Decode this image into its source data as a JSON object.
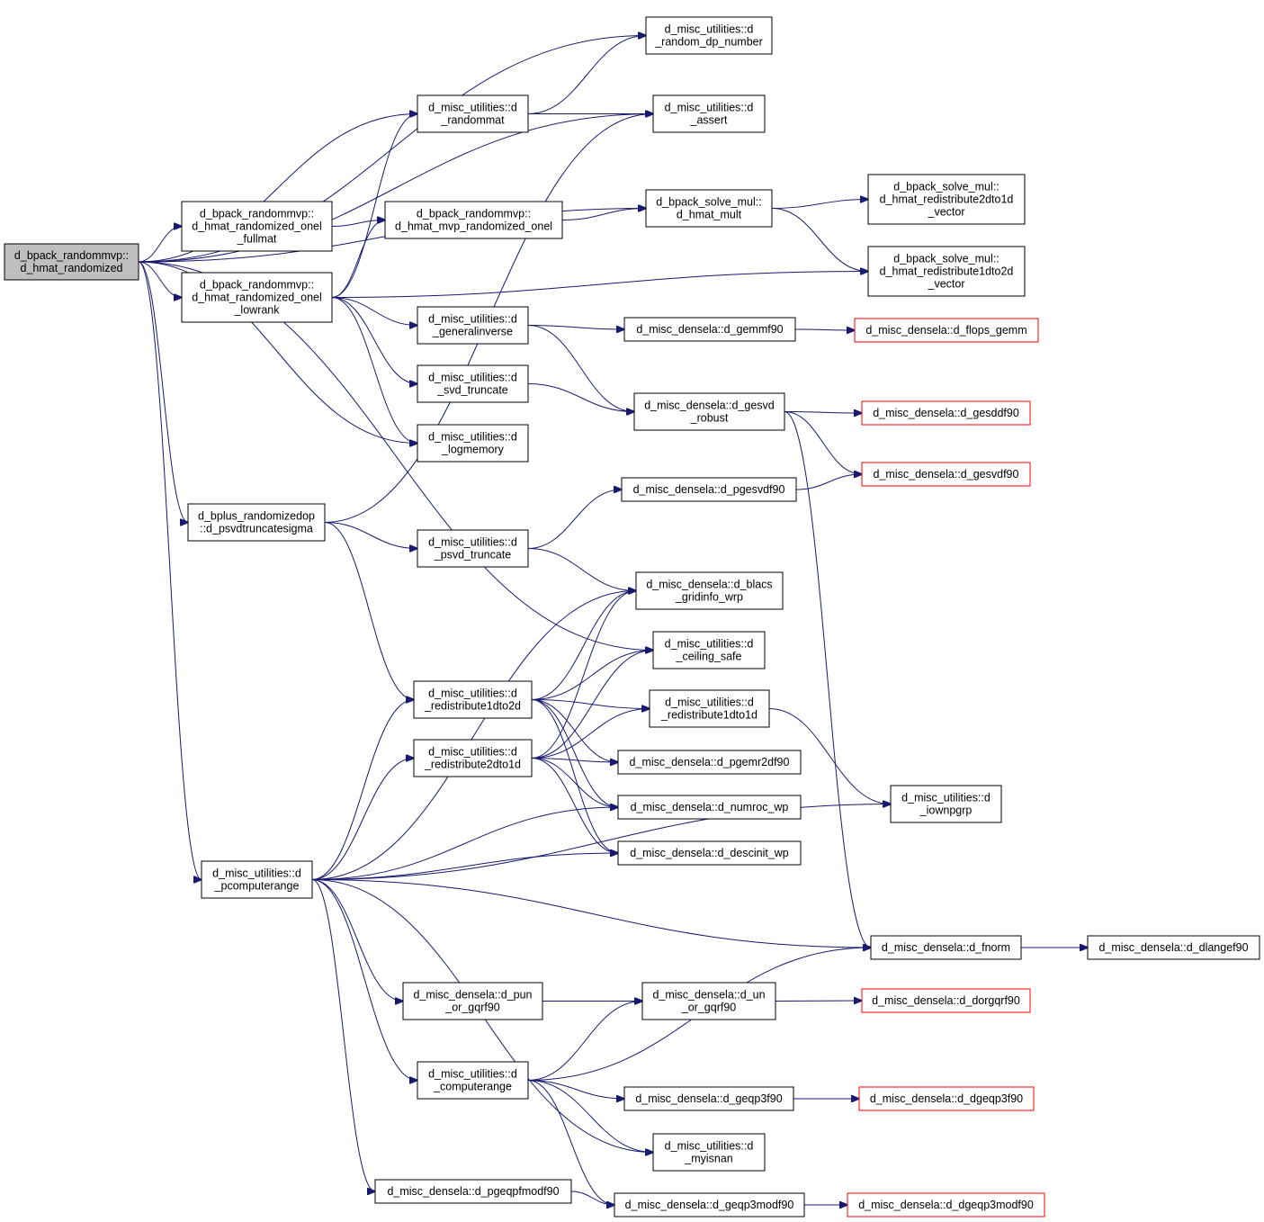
{
  "graph": {
    "colors": {
      "edge": "#191970",
      "node_border": "#000000",
      "node_border_truncated": "#ff0000",
      "root_fill": "#bfbfbf",
      "background": "#ffffff"
    },
    "nodes": [
      {
        "id": "root",
        "lines": [
          "d_bpack_randommvp::",
          "d_hmat_randomized"
        ],
        "style": "root"
      },
      {
        "id": "rand_dp",
        "lines": [
          "d_misc_utilities::d",
          "_random_dp_number"
        ]
      },
      {
        "id": "assert",
        "lines": [
          "d_misc_utilities::d",
          "_assert"
        ]
      },
      {
        "id": "randommat",
        "lines": [
          "d_misc_utilities::d",
          "_randommat"
        ]
      },
      {
        "id": "hmat_mult",
        "lines": [
          "d_bpack_solve_mul::",
          "d_hmat_mult"
        ]
      },
      {
        "id": "redist2dto1d_vec",
        "lines": [
          "d_bpack_solve_mul::",
          "d_hmat_redistribute2dto1d",
          "_vector"
        ]
      },
      {
        "id": "onel_fullmat",
        "lines": [
          "d_bpack_randommvp::",
          "d_hmat_randomized_onel",
          "_fullmat"
        ]
      },
      {
        "id": "mvp_onel",
        "lines": [
          "d_bpack_randommvp::",
          "d_hmat_mvp_randomized_onel"
        ]
      },
      {
        "id": "redist1dto2d_vec",
        "lines": [
          "d_bpack_solve_mul::",
          "d_hmat_redistribute1dto2d",
          "_vector"
        ]
      },
      {
        "id": "onel_lowrank",
        "lines": [
          "d_bpack_randommvp::",
          "d_hmat_randomized_onel",
          "_lowrank"
        ]
      },
      {
        "id": "geninverse",
        "lines": [
          "d_misc_utilities::d",
          "_generalinverse"
        ]
      },
      {
        "id": "gemmf90",
        "lines": [
          "d_misc_densela::d_gemmf90"
        ]
      },
      {
        "id": "flops_gemm",
        "lines": [
          "d_misc_densela::d_flops_gemm"
        ],
        "style": "red"
      },
      {
        "id": "svd_trunc",
        "lines": [
          "d_misc_utilities::d",
          "_svd_truncate"
        ]
      },
      {
        "id": "gesvd_robust",
        "lines": [
          "d_misc_densela::d_gesvd",
          "_robust"
        ]
      },
      {
        "id": "gesddf90",
        "lines": [
          "d_misc_densela::d_gesddf90"
        ],
        "style": "red"
      },
      {
        "id": "logmemory",
        "lines": [
          "d_misc_utilities::d",
          "_logmemory"
        ]
      },
      {
        "id": "gesvdf90",
        "lines": [
          "d_misc_densela::d_gesvdf90"
        ],
        "style": "red"
      },
      {
        "id": "pgesvdf90",
        "lines": [
          "d_misc_densela::d_pgesvdf90"
        ]
      },
      {
        "id": "psvdtrunc_sigma",
        "lines": [
          "d_bplus_randomizedop",
          "::d_psvdtruncatesigma"
        ]
      },
      {
        "id": "psvd_trunc",
        "lines": [
          "d_misc_utilities::d",
          "_psvd_truncate"
        ]
      },
      {
        "id": "blacs",
        "lines": [
          "d_misc_densela::d_blacs",
          "_gridinfo_wrp"
        ]
      },
      {
        "id": "ceiling",
        "lines": [
          "d_misc_utilities::d",
          "_ceiling_safe"
        ]
      },
      {
        "id": "redist1dto2d",
        "lines": [
          "d_misc_utilities::d",
          "_redistribute1dto2d"
        ]
      },
      {
        "id": "redist1dto1d",
        "lines": [
          "d_misc_utilities::d",
          "_redistribute1dto1d"
        ]
      },
      {
        "id": "redist2dto1d",
        "lines": [
          "d_misc_utilities::d",
          "_redistribute2dto1d"
        ]
      },
      {
        "id": "pgemr2df90",
        "lines": [
          "d_misc_densela::d_pgemr2df90"
        ]
      },
      {
        "id": "iownpgrp",
        "lines": [
          "d_misc_utilities::d",
          "_iownpgrp"
        ]
      },
      {
        "id": "numroc",
        "lines": [
          "d_misc_densela::d_numroc_wp"
        ]
      },
      {
        "id": "descinit",
        "lines": [
          "d_misc_densela::d_descinit_wp"
        ]
      },
      {
        "id": "pcomputerange",
        "lines": [
          "d_misc_utilities::d",
          "_pcomputerange"
        ]
      },
      {
        "id": "fnorm",
        "lines": [
          "d_misc_densela::d_fnorm"
        ]
      },
      {
        "id": "dlangef90",
        "lines": [
          "d_misc_densela::d_dlangef90"
        ]
      },
      {
        "id": "pun_or_gqrf",
        "lines": [
          "d_misc_densela::d_pun",
          "_or_gqrf90"
        ]
      },
      {
        "id": "un_or_gqrf",
        "lines": [
          "d_misc_densela::d_un",
          "_or_gqrf90"
        ]
      },
      {
        "id": "dorgqrf90",
        "lines": [
          "d_misc_densela::d_dorgqrf90"
        ],
        "style": "red"
      },
      {
        "id": "computerange",
        "lines": [
          "d_misc_utilities::d",
          "_computerange"
        ]
      },
      {
        "id": "geqp3f90",
        "lines": [
          "d_misc_densela::d_geqp3f90"
        ]
      },
      {
        "id": "dgeqp3f90",
        "lines": [
          "d_misc_densela::d_dgeqp3f90"
        ],
        "style": "red"
      },
      {
        "id": "myisnan",
        "lines": [
          "d_misc_utilities::d",
          "_myisnan"
        ]
      },
      {
        "id": "pgeqpfmodf90",
        "lines": [
          "d_misc_densela::d_pgeqpfmodf90"
        ]
      },
      {
        "id": "geqp3modf90",
        "lines": [
          "d_misc_densela::d_geqp3modf90"
        ]
      },
      {
        "id": "dgeqp3modf90",
        "lines": [
          "d_misc_densela::d_dgeqp3modf90"
        ],
        "style": "red"
      }
    ],
    "edges": [
      [
        "root",
        "rand_dp"
      ],
      [
        "root",
        "assert"
      ],
      [
        "root",
        "randommat"
      ],
      [
        "root",
        "hmat_mult"
      ],
      [
        "root",
        "onel_fullmat"
      ],
      [
        "root",
        "onel_lowrank"
      ],
      [
        "root",
        "logmemory"
      ],
      [
        "root",
        "psvdtrunc_sigma"
      ],
      [
        "root",
        "ceiling"
      ],
      [
        "root",
        "pcomputerange"
      ],
      [
        "randommat",
        "rand_dp"
      ],
      [
        "randommat",
        "assert"
      ],
      [
        "hmat_mult",
        "redist2dto1d_vec"
      ],
      [
        "hmat_mult",
        "redist1dto2d_vec"
      ],
      [
        "onel_fullmat",
        "mvp_onel"
      ],
      [
        "mvp_onel",
        "hmat_mult"
      ],
      [
        "onel_lowrank",
        "randommat"
      ],
      [
        "onel_lowrank",
        "mvp_onel"
      ],
      [
        "onel_lowrank",
        "redist1dto2d_vec"
      ],
      [
        "onel_lowrank",
        "geninverse"
      ],
      [
        "onel_lowrank",
        "svd_trunc"
      ],
      [
        "onel_lowrank",
        "logmemory"
      ],
      [
        "geninverse",
        "gemmf90"
      ],
      [
        "geninverse",
        "gesvd_robust"
      ],
      [
        "gemmf90",
        "flops_gemm"
      ],
      [
        "svd_trunc",
        "gesvd_robust"
      ],
      [
        "gesvd_robust",
        "gesddf90"
      ],
      [
        "gesvd_robust",
        "gesvdf90"
      ],
      [
        "gesvd_robust",
        "fnorm"
      ],
      [
        "pgesvdf90",
        "gesvdf90"
      ],
      [
        "psvdtrunc_sigma",
        "assert"
      ],
      [
        "psvdtrunc_sigma",
        "psvd_trunc"
      ],
      [
        "psvdtrunc_sigma",
        "redist1dto2d"
      ],
      [
        "psvd_trunc",
        "pgesvdf90"
      ],
      [
        "psvd_trunc",
        "blacs"
      ],
      [
        "redist1dto2d",
        "blacs"
      ],
      [
        "redist1dto2d",
        "ceiling"
      ],
      [
        "redist1dto2d",
        "redist1dto1d"
      ],
      [
        "redist1dto2d",
        "pgemr2df90"
      ],
      [
        "redist1dto2d",
        "numroc"
      ],
      [
        "redist1dto2d",
        "descinit"
      ],
      [
        "redist2dto1d",
        "blacs"
      ],
      [
        "redist2dto1d",
        "ceiling"
      ],
      [
        "redist2dto1d",
        "redist1dto1d"
      ],
      [
        "redist2dto1d",
        "pgemr2df90"
      ],
      [
        "redist2dto1d",
        "numroc"
      ],
      [
        "redist2dto1d",
        "descinit"
      ],
      [
        "redist1dto1d",
        "iownpgrp"
      ],
      [
        "pcomputerange",
        "blacs"
      ],
      [
        "pcomputerange",
        "redist1dto2d"
      ],
      [
        "pcomputerange",
        "redist2dto1d"
      ],
      [
        "pcomputerange",
        "numroc"
      ],
      [
        "pcomputerange",
        "descinit"
      ],
      [
        "pcomputerange",
        "iownpgrp"
      ],
      [
        "pcomputerange",
        "fnorm"
      ],
      [
        "pcomputerange",
        "pun_or_gqrf"
      ],
      [
        "pcomputerange",
        "computerange"
      ],
      [
        "pcomputerange",
        "myisnan"
      ],
      [
        "pcomputerange",
        "pgeqpfmodf90"
      ],
      [
        "fnorm",
        "dlangef90"
      ],
      [
        "pun_or_gqrf",
        "un_or_gqrf"
      ],
      [
        "un_or_gqrf",
        "dorgqrf90"
      ],
      [
        "computerange",
        "un_or_gqrf"
      ],
      [
        "computerange",
        "fnorm"
      ],
      [
        "computerange",
        "geqp3f90"
      ],
      [
        "computerange",
        "myisnan"
      ],
      [
        "computerange",
        "geqp3modf90"
      ],
      [
        "geqp3f90",
        "dgeqp3f90"
      ],
      [
        "pgeqpfmodf90",
        "geqp3modf90"
      ],
      [
        "geqp3modf90",
        "dgeqp3modf90"
      ]
    ]
  }
}
